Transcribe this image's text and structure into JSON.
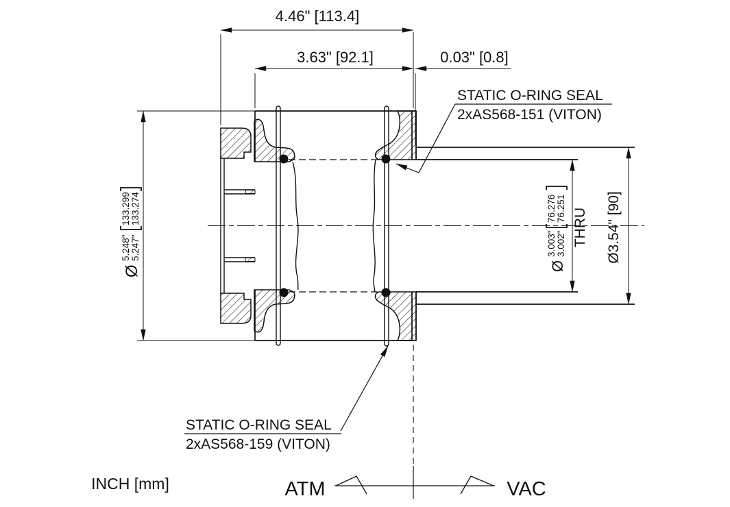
{
  "drawing": {
    "dims": {
      "overall_length": "4.46\" [113.4]",
      "body_length": "3.63\" [92.1]",
      "gap": "0.03\" [0.8]",
      "flange_od_phi": "Ø",
      "flange_od_in_top": "5.248\"",
      "flange_od_in_bot": "5.247\"",
      "flange_od_mm_top": "133.299",
      "flange_od_mm_bot": "133.274",
      "bore_phi": "Ø",
      "bore_in_top": "3.003\"",
      "bore_in_bot": "3.002\"",
      "bore_mm_top": "76.276",
      "bore_mm_bot": "76.251",
      "bore_thru": "THRU",
      "tube_od": "Ø3.54\" [90]"
    },
    "labels": {
      "seal_top_line1": "STATIC O-RING SEAL",
      "seal_top_line2": "2xAS568-151 (VITON)",
      "seal_bottom_line1": "STATIC O-RING SEAL",
      "seal_bottom_line2": "2xAS568-159 (VITON)",
      "units_note": "INCH [mm]",
      "atm": "ATM",
      "vac": "VAC"
    },
    "colors": {
      "line": "#111111",
      "background": "#ffffff"
    }
  }
}
